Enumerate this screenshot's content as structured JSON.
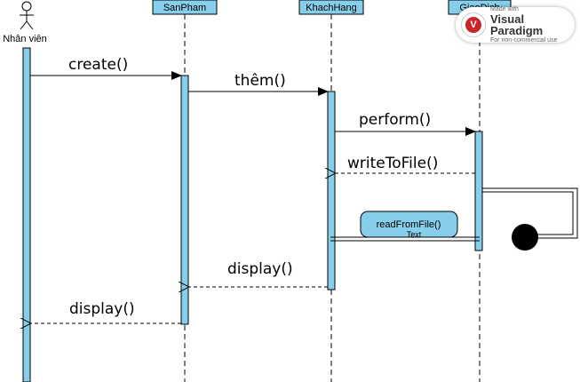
{
  "actor": {
    "label": "Nhân viên"
  },
  "lifelines": [
    {
      "id": "sanpham",
      "label": "SanPham"
    },
    {
      "id": "khachhang",
      "label": "KhachHang"
    },
    {
      "id": "giaodich",
      "label": "GiaoDich"
    }
  ],
  "messages": [
    {
      "id": "create",
      "label": "create()",
      "kind": "sync"
    },
    {
      "id": "them",
      "label": "thêm()",
      "kind": "sync"
    },
    {
      "id": "perform",
      "label": "perform()",
      "kind": "sync"
    },
    {
      "id": "write",
      "label": "writeToFile()",
      "kind": "return"
    },
    {
      "id": "display1",
      "label": "display()",
      "kind": "return"
    },
    {
      "id": "display2",
      "label": "display()",
      "kind": "return"
    }
  ],
  "note": {
    "label": "readFromFile()",
    "caption": "Text"
  },
  "watermark": {
    "made_with": "Made with",
    "brand": "Visual Paradigm",
    "license": "For non-commercial use"
  },
  "colors": {
    "lifeline_fill": "#87ceeb",
    "activation_fill": "#87ceeb",
    "line": "#000000",
    "note_fill": "#87ceeb",
    "final_state": "#000000"
  }
}
